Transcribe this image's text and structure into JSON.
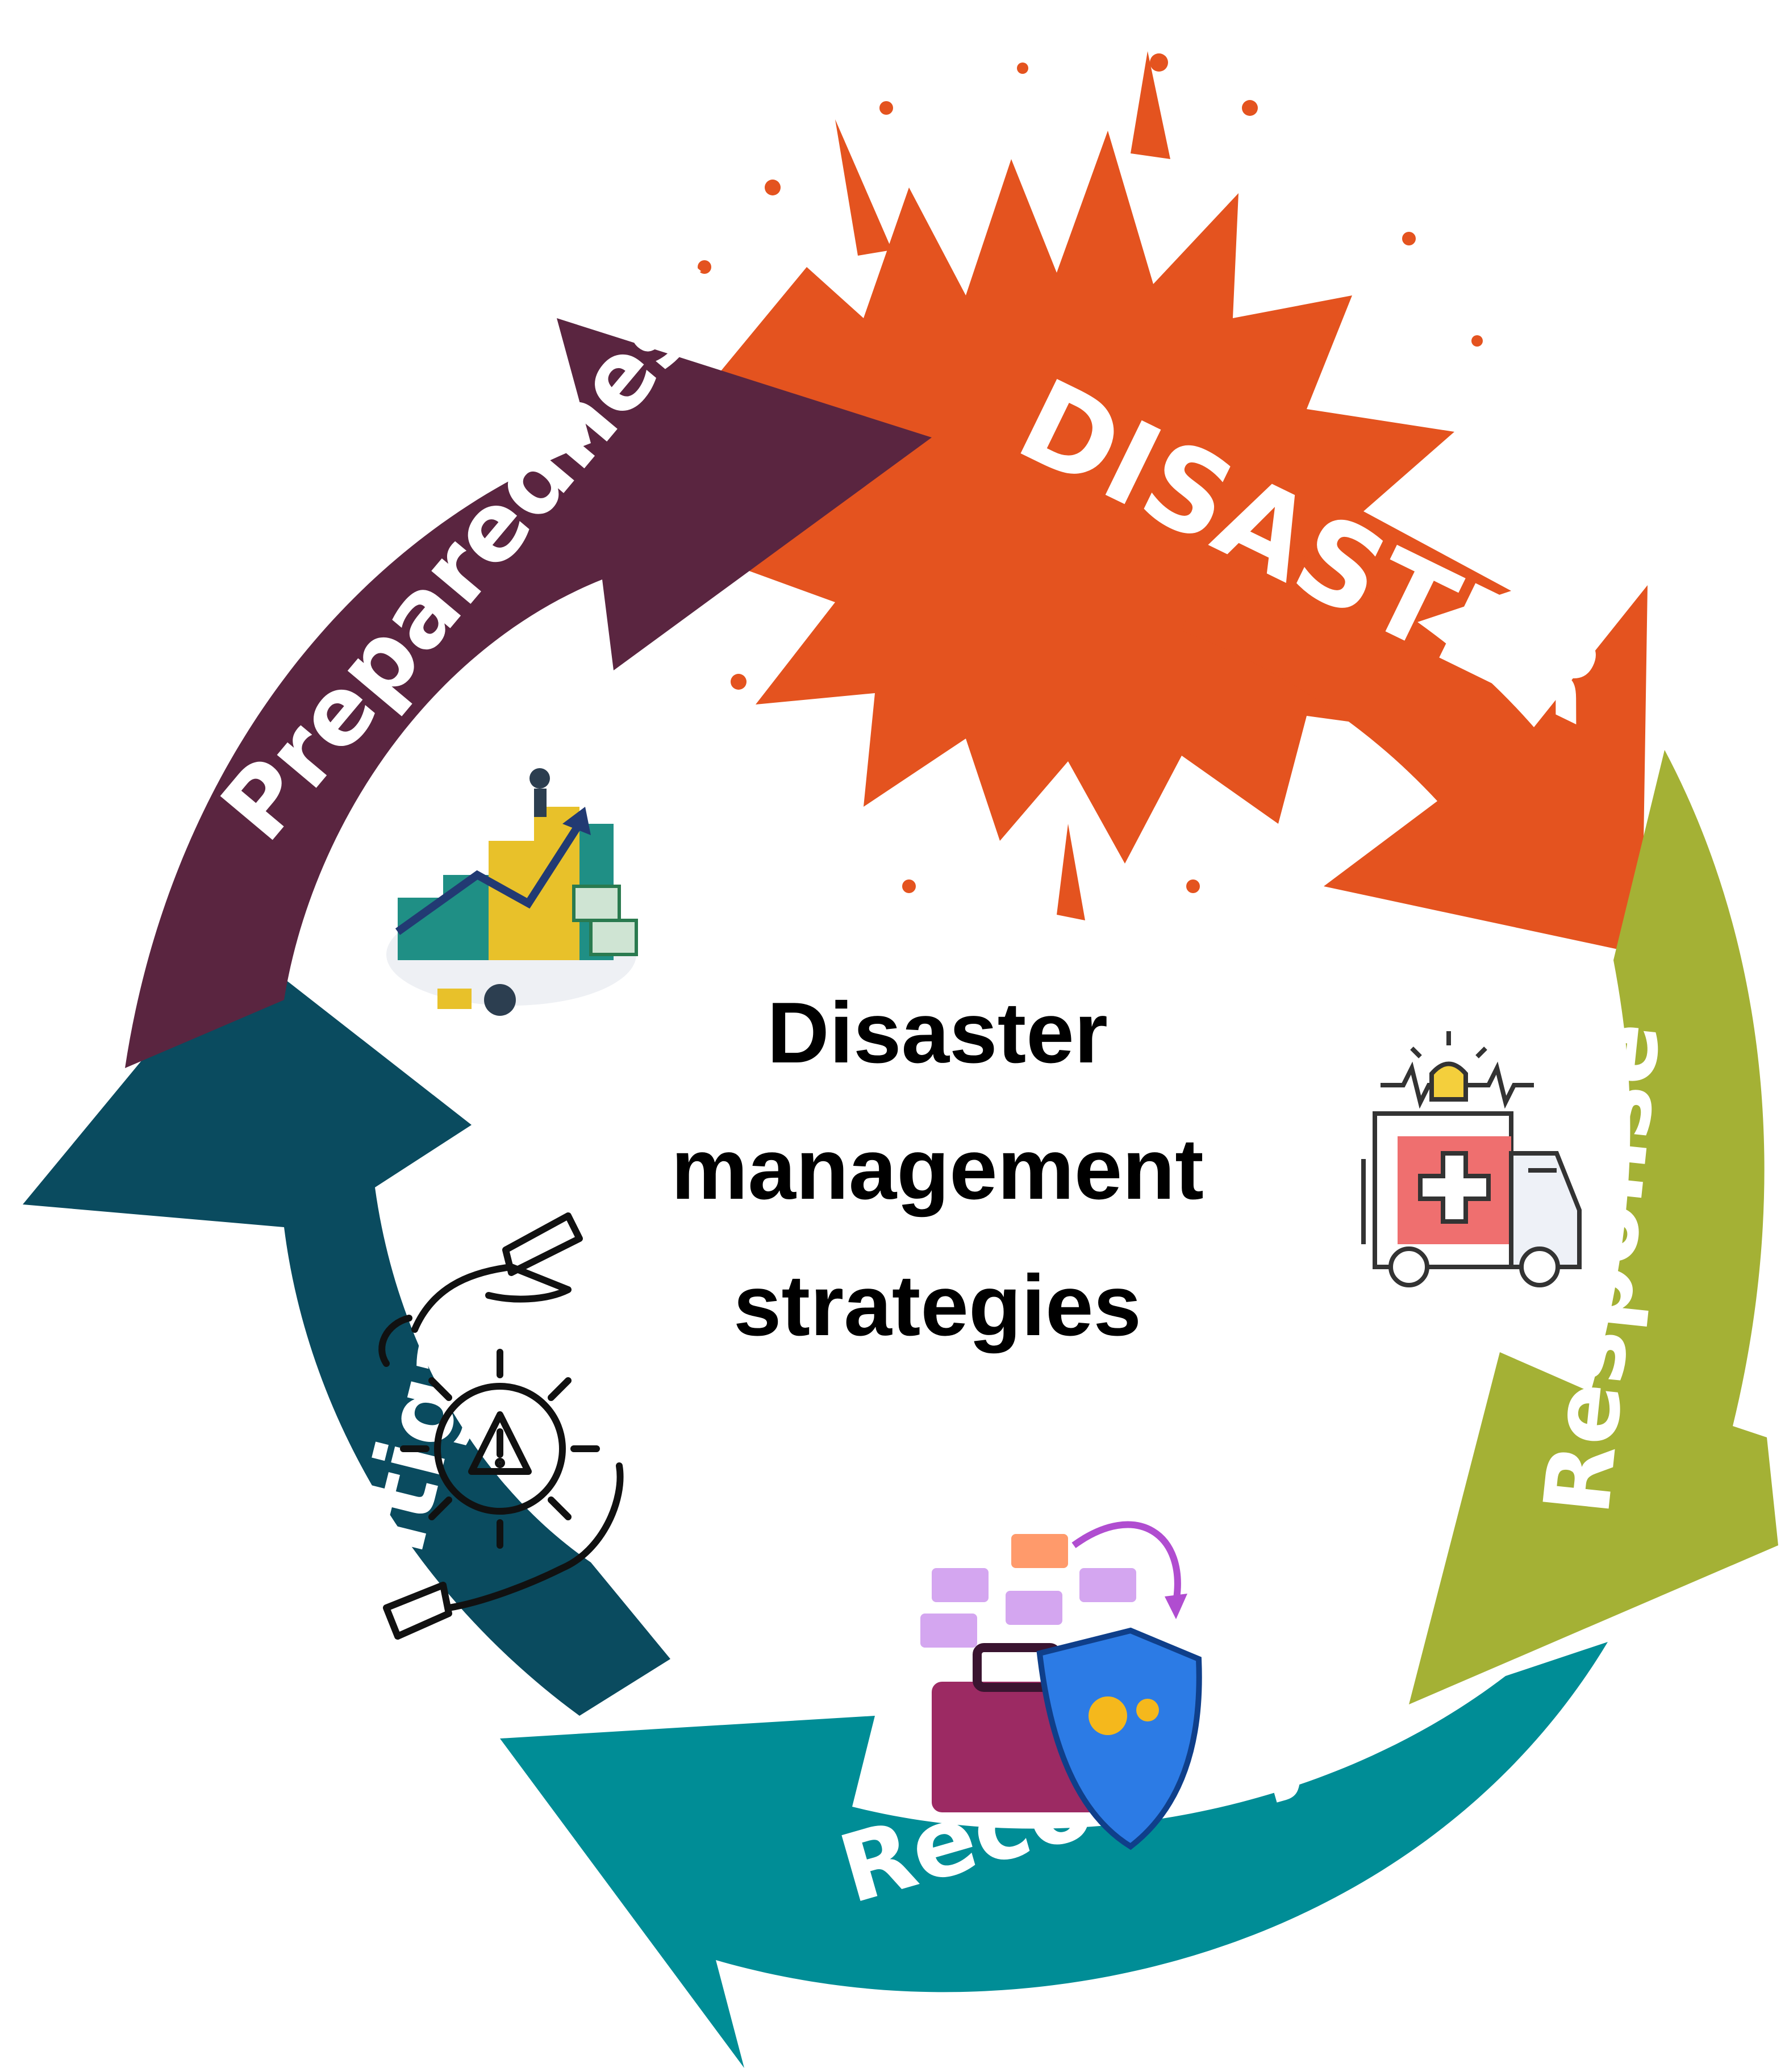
{
  "center_title": {
    "line1": "Disaster",
    "line2": "management",
    "line3": "strategies"
  },
  "stages": [
    {
      "label": "DISASTER",
      "color": "#e4531f",
      "icon": "explosion-splash"
    },
    {
      "label": "Response",
      "color": "#a4b135",
      "icon": "ambulance-icon"
    },
    {
      "label": "Recovery",
      "color": "#008d96",
      "icon": "shield-briefcase-icon"
    },
    {
      "label": "Mitigation",
      "color": "#0a4b5f",
      "icon": "hands-gear-warning-icon"
    },
    {
      "label": "Preparedness",
      "color": "#5a2540",
      "icon": "growth-chart-icon"
    }
  ]
}
